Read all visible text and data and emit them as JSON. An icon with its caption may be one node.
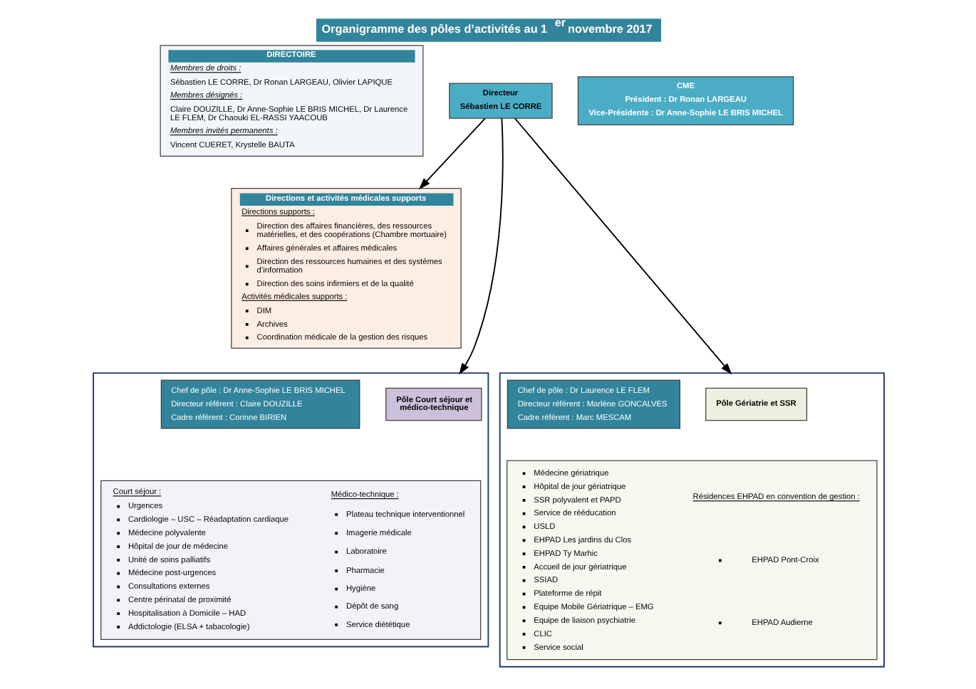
{
  "diagram": {
    "title": "Organigramme des pôles d’activités au 1$^{er}$ novembre 2017",
    "nodes": [
      {
        "text": [
          "DIRECTOIRE",
          "Membres de droits :",
          "Sébastien LE CORRE, Dr Ronan LARGEAU, Olivier LAPIQUE",
          "Membres désignés :",
          "Claire DOUZILLE, Dr Anne-Sophie LE BRIS MICHEL, Dr Laurence LE FLEM, Dr Chaouki EL-RASSI YAACOUB",
          "Membres invités permanents :",
          "Vincent CUERET, Krystelle BAUTA"
        ]
      },
      {
        "text": [
          "Directeur",
          "Sébastien LE CORRE"
        ]
      },
      {
        "text": [
          "CME",
          "Président : Dr Ronan LARGEAU",
          "Vice-Présidente : Dr Anne-Sophie LE BRIS MICHEL"
        ]
      },
      {
        "text": [
          "Directions et activités médicales supports",
          "Directions supports :",
          "Direction des affaires financières, des ressources matérielles, et des coopérations (Chambre mortuaire)",
          "Affaires générales et affaires médicales",
          "Direction des ressources humaines et des systèmes d’information",
          "Direction des soins infirmiers et de la qualité",
          "Activités médicales supports :",
          "DIM",
          "Archives",
          "Coordination médicale de la gestion des risques"
        ]
      },
      {
        "text": [],
        "shape": "box"
      },
      {
        "text": [
          "Pôle Court séjour et médico-technique"
        ],
        "in": 4
      },
      {
        "text": [
          "Chef de pôle : Dr Anne-Sophie LE BRIS MICHEL",
          "Directeur référent : Claire DOUZILLE",
          "Cadre référent : Corinne BIRIEN"
        ],
        "in": 4
      },
      {
        "text": [
          "Court séjour :",
          "Urgences",
          "Cardiologie – USC – Réadaptation cardiaque",
          "Médecine polyvalente",
          "Hôpital de jour de médecine",
          "Unité de soins palliatifs",
          "Médecine post-urgences",
          "Consultations externes",
          "Centre périnatal de proximité",
          "Hospitalisation à Domicile – HAD",
          "Addictologie (ELSA + tabacologie)",
          "Médico-technique :",
          "Plateau technique interventionnel",
          "Imagerie médicale",
          "Laboratoire",
          "Pharmacie",
          "Hygiène",
          "Dépôt de sang",
          "Service diététique"
        ],
        "in": 4
      },
      {
        "text": [],
        "shape": "box"
      },
      {
        "text": [
          "Pôle Gériatrie et SSR"
        ],
        "in": 8
      },
      {
        "text": [
          "Chef de pôle : Dr Laurence LE FLEM",
          "Directeur référent : Marlène GONCALVES",
          "Cadre référent : Marc MESCAM"
        ],
        "in": 8
      },
      {
        "text": [
          "Médecine gériatrique",
          "Hôpital de jour gériatrique",
          "SSR polyvalent et PAPD",
          "Service de rééducation",
          "USLD",
          "EHPAD Les jardins du Clos",
          "EHPAD Ty Marhic",
          "Accueil de jour gériatrique",
          "SSIAD",
          "Plateforme de répit",
          "Equipe Mobile Gériatrique – EMG",
          "Equipe de liaison psychiatrie",
          "CLIC",
          "Service social",
          "Résidences EHPAD en convention de gestion :",
          "EHPAD Pont-Croix",
          "EHPAD Audierne"
        ],
        "in": 8
      }
    ],
    "edges": [
      {
        "from": 1,
        "to": 3,
        "arrow": "to"
      },
      {
        "from": 1,
        "to": 4,
        "arrow": "to"
      },
      {
        "from": 1,
        "to": 8,
        "arrow": "to"
      }
    ]
  }
}
